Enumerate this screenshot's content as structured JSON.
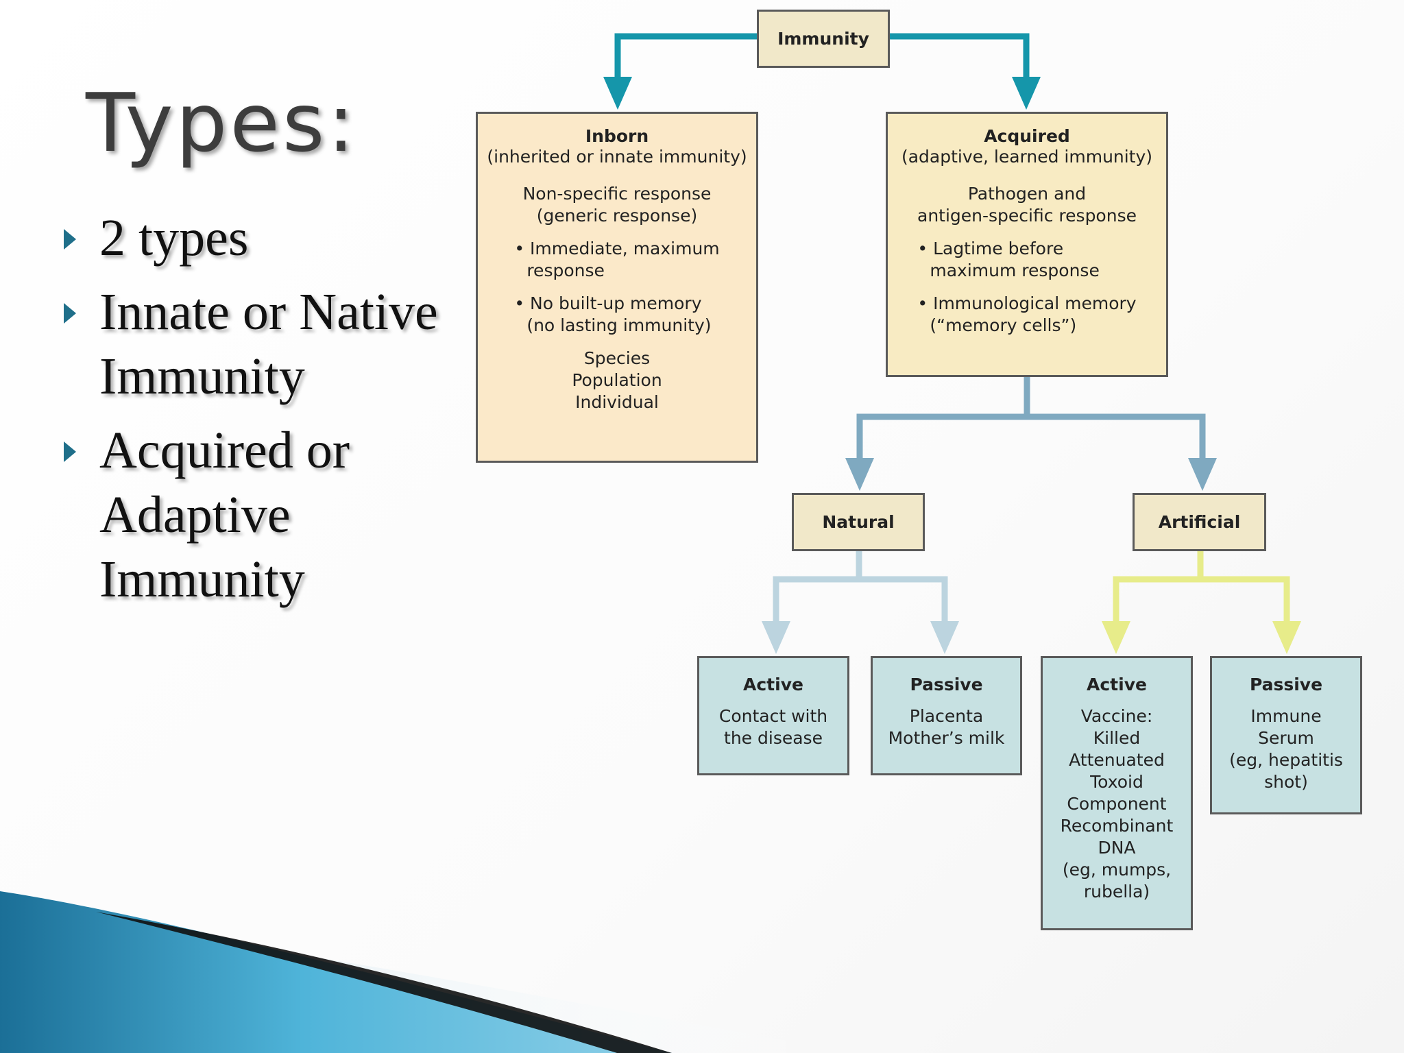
{
  "slide": {
    "title": "Types:",
    "bullets": [
      "2 types",
      "Innate or Native Immunity",
      "Acquired or Adaptive Immunity"
    ]
  },
  "colors": {
    "teal_arrow": "#1596aa",
    "blue_arrow": "#7fa9c0",
    "light_blue_arrow": "#bcd4df",
    "yellow_arrow": "#e7ec8a",
    "yellow_box": "#f8ebc3",
    "blue_box": "#c7e1e2",
    "footer_blue": "#1e88b0"
  },
  "diagram": {
    "root": "Immunity",
    "inborn": {
      "heading": "Inborn",
      "subtitle": "(inherited or innate immunity)",
      "response_1": "Non-specific response",
      "response_2": "(generic response)",
      "point_1a": "• Immediate, maximum",
      "point_1b": "response",
      "point_2a": "• No built-up memory",
      "point_2b": "(no lasting immunity)",
      "levels": [
        "Species",
        "Population",
        "Individual"
      ]
    },
    "acquired": {
      "heading": "Acquired",
      "subtitle": "(adaptive, learned immunity)",
      "response_1": "Pathogen and",
      "response_2": "antigen-specific response",
      "point_1a": "• Lagtime before",
      "point_1b": "maximum response",
      "point_2a": "• Immunological memory",
      "point_2b": "(“memory cells”)"
    },
    "natural": "Natural",
    "artificial": "Artificial",
    "natural_active": {
      "heading": "Active",
      "lines": [
        "Contact with",
        "the disease"
      ]
    },
    "natural_passive": {
      "heading": "Passive",
      "lines": [
        "Placenta",
        "Mother’s milk"
      ]
    },
    "artificial_active": {
      "heading": "Active",
      "lines": [
        "Vaccine:",
        "Killed",
        "Attenuated",
        "Toxoid",
        "Component",
        "Recombinant",
        "DNA",
        "(eg, mumps,",
        "rubella)"
      ]
    },
    "artificial_passive": {
      "heading": "Passive",
      "lines": [
        "Immune",
        "Serum",
        "(eg, hepatitis",
        "shot)"
      ]
    }
  }
}
